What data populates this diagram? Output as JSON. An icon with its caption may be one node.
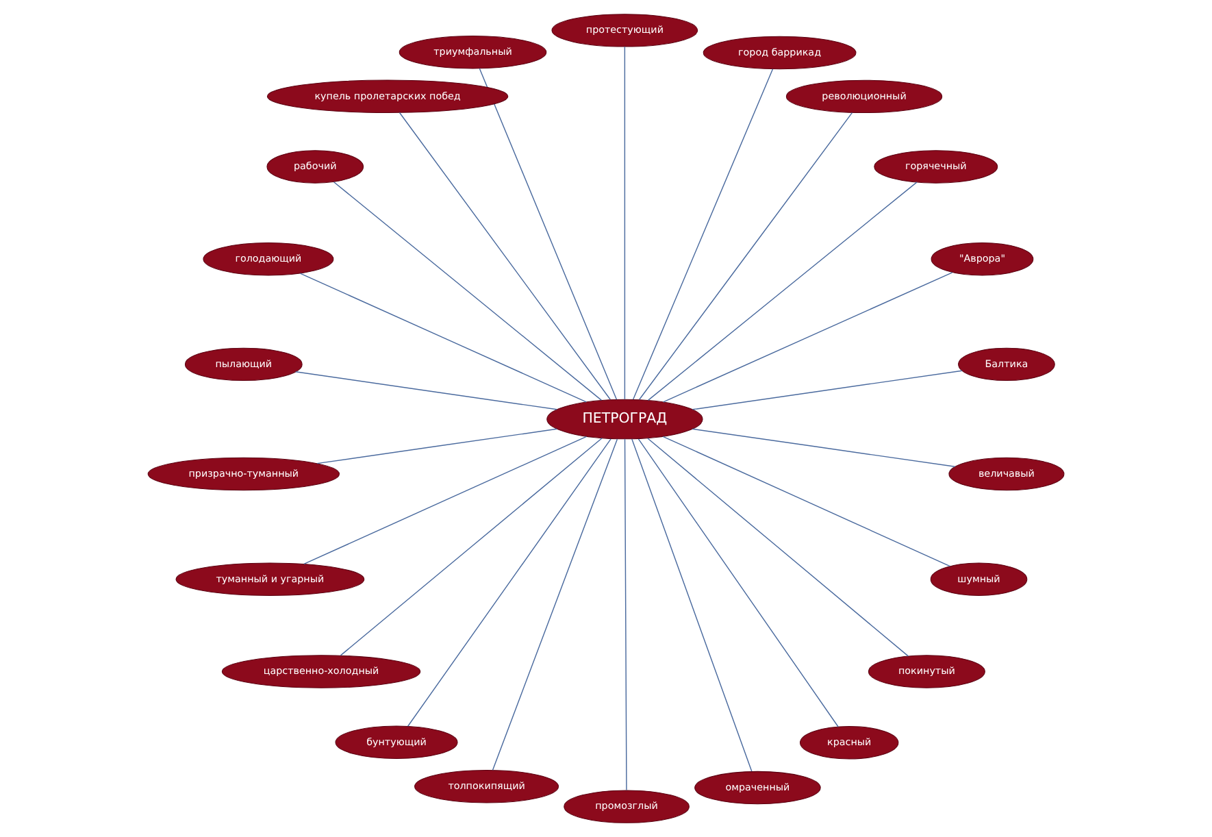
{
  "diagram": {
    "nodes": [
      {
        "text": [
          "ПЕТРОГРАД"
        ]
      },
      {
        "text": [
          "Балтика"
        ]
      },
      {
        "text": [
          "\"Аврора\""
        ]
      },
      {
        "text": [
          "горячечный"
        ]
      },
      {
        "text": [
          "революционный"
        ]
      },
      {
        "text": [
          "город баррикад"
        ]
      },
      {
        "text": [
          "протестующий"
        ]
      },
      {
        "text": [
          "триумфальный"
        ]
      },
      {
        "text": [
          "купель пролетарских побед"
        ]
      },
      {
        "text": [
          "рабочий"
        ]
      },
      {
        "text": [
          "голодающий"
        ]
      },
      {
        "text": [
          "пылающий"
        ]
      },
      {
        "text": [
          "призрачно-туманный"
        ]
      },
      {
        "text": [
          "туманный и угарный"
        ]
      },
      {
        "text": [
          "царственно-холодный"
        ]
      },
      {
        "text": [
          "бунтующий"
        ]
      },
      {
        "text": [
          "толпокипящий"
        ]
      },
      {
        "text": [
          "промозглый"
        ]
      },
      {
        "text": [
          "омраченный"
        ]
      },
      {
        "text": [
          "красный"
        ]
      },
      {
        "text": [
          "покинутый"
        ]
      },
      {
        "text": [
          "шумный"
        ]
      },
      {
        "text": [
          "величавый"
        ]
      }
    ],
    "edges": [
      {
        "from": 0,
        "to": 1,
        "arrow": "none"
      },
      {
        "from": 0,
        "to": 2,
        "arrow": "none"
      },
      {
        "from": 0,
        "to": 3,
        "arrow": "none"
      },
      {
        "from": 0,
        "to": 4,
        "arrow": "none"
      },
      {
        "from": 0,
        "to": 5,
        "arrow": "none"
      },
      {
        "from": 0,
        "to": 6,
        "arrow": "none"
      },
      {
        "from": 0,
        "to": 7,
        "arrow": "none"
      },
      {
        "from": 0,
        "to": 8,
        "arrow": "none"
      },
      {
        "from": 0,
        "to": 9,
        "arrow": "none"
      },
      {
        "from": 0,
        "to": 10,
        "arrow": "none"
      },
      {
        "from": 0,
        "to": 11,
        "arrow": "none"
      },
      {
        "from": 0,
        "to": 12,
        "arrow": "none"
      },
      {
        "from": 0,
        "to": 13,
        "arrow": "none"
      },
      {
        "from": 0,
        "to": 14,
        "arrow": "none"
      },
      {
        "from": 0,
        "to": 15,
        "arrow": "none"
      },
      {
        "from": 0,
        "to": 16,
        "arrow": "none"
      },
      {
        "from": 0,
        "to": 17,
        "arrow": "none"
      },
      {
        "from": 0,
        "to": 18,
        "arrow": "none"
      },
      {
        "from": 0,
        "to": 19,
        "arrow": "none"
      },
      {
        "from": 0,
        "to": 20,
        "arrow": "none"
      },
      {
        "from": 0,
        "to": 21,
        "arrow": "none"
      },
      {
        "from": 0,
        "to": 22,
        "arrow": "none"
      }
    ]
  }
}
